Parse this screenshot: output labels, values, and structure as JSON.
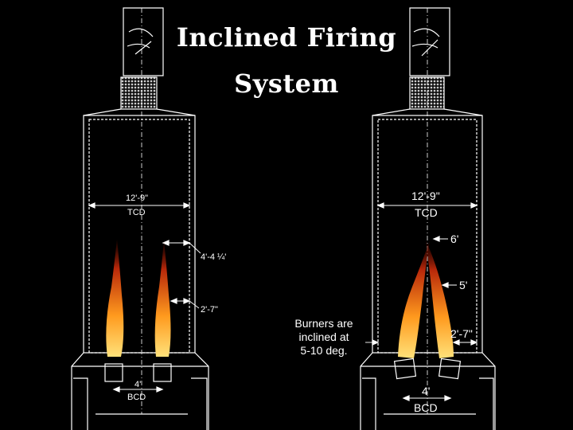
{
  "title": {
    "line1": "Inclined Firing",
    "line2": "System"
  },
  "left_furnace": {
    "tcd_value": "12'-9\"",
    "tcd_label": "TCD",
    "flame_offset": "4'-4 ¼'",
    "burner_offset": "2'-7\"",
    "bcd_value": "4'",
    "bcd_label": "BCD"
  },
  "right_furnace": {
    "tcd_value": "12'-9\"",
    "tcd_label": "TCD",
    "tip_offset": "6'",
    "mid_offset": "5'",
    "burner_offset": "2'-7\"",
    "bcd_value": "4'",
    "bcd_label": "BCD"
  },
  "note": {
    "line1": "Burners are",
    "line2": "inclined at",
    "line3": "5-10 deg."
  },
  "colors": {
    "background": "#000000",
    "lines": "#ffffff",
    "flame_core": "#ffd24a",
    "flame_outer": "#c0300a"
  }
}
